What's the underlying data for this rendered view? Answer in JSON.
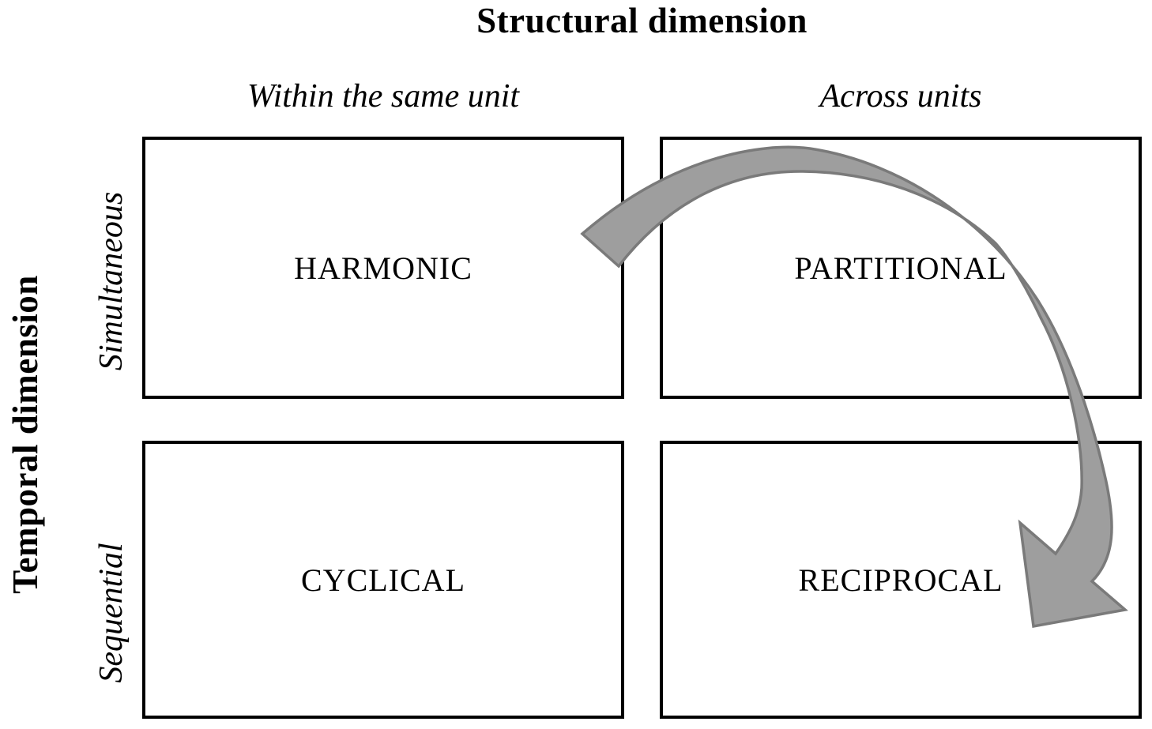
{
  "figure": {
    "column_axis": {
      "title": "Structural dimension",
      "headers": [
        "Within the same unit",
        "Across units"
      ]
    },
    "row_axis": {
      "title": "Temporal dimension",
      "headers": [
        "Simultaneous",
        "Sequential"
      ]
    },
    "quadrants": [
      {
        "row": "Simultaneous",
        "column": "Within the same unit",
        "label": "HARMONIC"
      },
      {
        "row": "Simultaneous",
        "column": "Across units",
        "label": "PARTITIONAL"
      },
      {
        "row": "Sequential",
        "column": "Within the same unit",
        "label": "CYCLICAL"
      },
      {
        "row": "Sequential",
        "column": "Across units",
        "label": "RECIPROCAL"
      }
    ],
    "arrow": {
      "from": "HARMONIC",
      "to": "RECIPROCAL",
      "fill": "#9e9e9e",
      "stroke": "#7a7a7a"
    },
    "colors": {
      "background": "#ffffff",
      "border": "#000000",
      "text": "#000000"
    }
  }
}
